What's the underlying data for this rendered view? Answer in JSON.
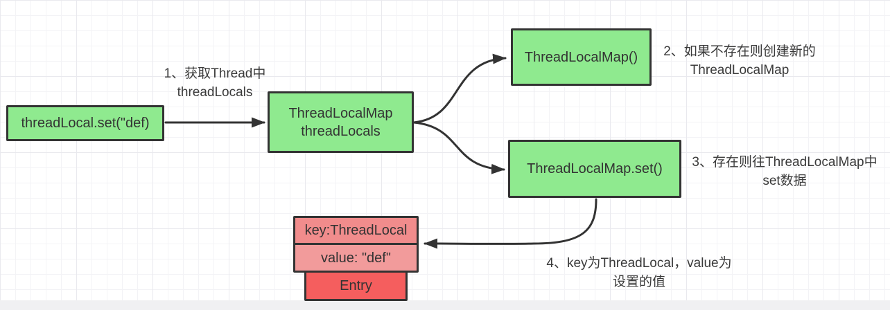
{
  "diagram": {
    "nodes": {
      "start": {
        "label": "threadLocal.set(\"def)"
      },
      "thread_local_map": {
        "line1": "ThreadLocalMap",
        "line2": "threadLocals"
      },
      "new_map": {
        "label": "ThreadLocalMap()"
      },
      "map_set": {
        "label": "ThreadLocalMap.set()"
      },
      "entry_key": {
        "label": "key:ThreadLocal"
      },
      "entry_value": {
        "label": "value: \"def\""
      },
      "entry": {
        "label": "Entry"
      }
    },
    "annotations": {
      "step1": {
        "line1": "1、获取Thread中",
        "line2": "threadLocals"
      },
      "step2": {
        "line1": "2、如果不存在则创建新的",
        "line2": "ThreadLocalMap"
      },
      "step3": {
        "line1": "3、存在则往ThreadLocalMap中",
        "line2": "set数据"
      },
      "step4": {
        "line1": "4、key为ThreadLocal，value为",
        "line2": "设置的值"
      }
    },
    "edges": [
      {
        "from": "start",
        "to": "thread_local_map"
      },
      {
        "from": "thread_local_map",
        "to": "new_map"
      },
      {
        "from": "thread_local_map",
        "to": "map_set"
      },
      {
        "from": "map_set",
        "to": "entry_key"
      }
    ],
    "colors": {
      "node-green": "#8fea8f",
      "entry-key-fill": "#f18c8c",
      "entry-value-fill": "#f29b9b",
      "entry-fill": "#f55e5e",
      "stroke": "#333333"
    }
  }
}
